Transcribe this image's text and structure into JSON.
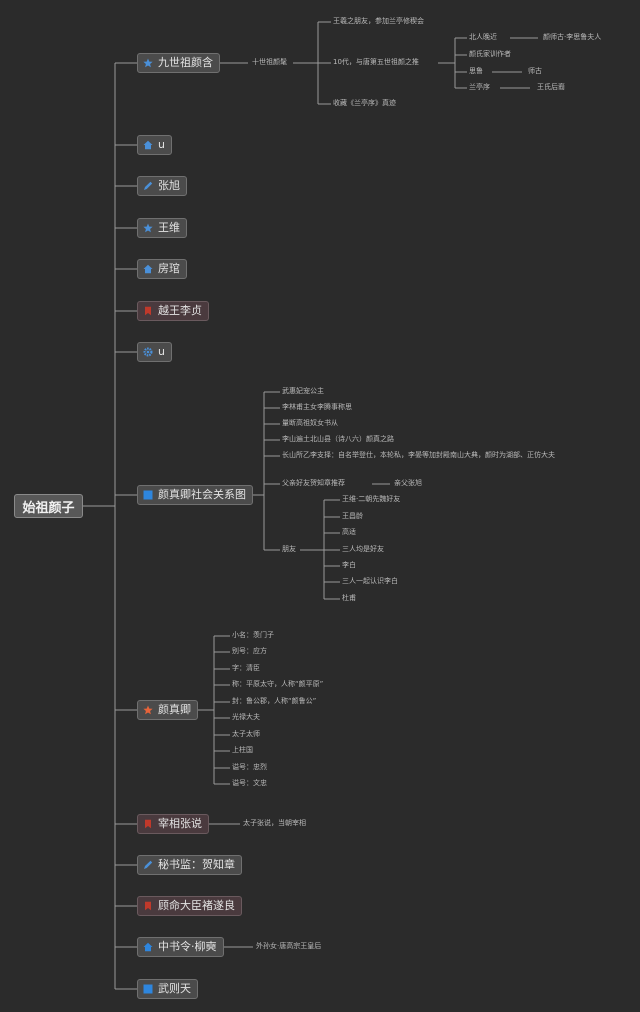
{
  "root": {
    "label": "始祖颜子"
  },
  "branches": [
    {
      "label": "九世祖颜含",
      "icon": "star-icon",
      "color": "#4a90d9"
    },
    {
      "label": "u",
      "icon": "house-icon",
      "color": "#4a90d9"
    },
    {
      "label": "张旭",
      "icon": "pen-icon",
      "color": "#4a90d9"
    },
    {
      "label": "王维",
      "icon": "star-icon",
      "color": "#4a90d9"
    },
    {
      "label": "房琯",
      "icon": "house-icon",
      "color": "#4a90d9"
    },
    {
      "label": "越王李贞",
      "icon": "bookmark-icon",
      "color": "#c0392b"
    },
    {
      "label": "u",
      "icon": "gear-icon",
      "color": "#4a90d9"
    },
    {
      "label": "颜真卿社会关系图",
      "icon": "square-icon",
      "color": "#2e86de"
    },
    {
      "label": "颜真卿",
      "icon": "star-icon",
      "color": "#e8643a"
    },
    {
      "label": "宰相张说",
      "icon": "bookmark-icon",
      "color": "#c0392b"
    },
    {
      "label": "秘书监：贺知章",
      "icon": "pen-icon",
      "color": "#4a90d9"
    },
    {
      "label": "顾命大臣褚遂良",
      "icon": "bookmark-icon",
      "color": "#c0392b"
    },
    {
      "label": "中书令·柳奭",
      "icon": "house-icon",
      "color": "#2e86de"
    },
    {
      "label": "武则天",
      "icon": "square-icon",
      "color": "#2e86de"
    }
  ],
  "yanhan": {
    "sub": "十世祖颜髦",
    "items": [
      "王羲之朋友，参加兰亭修稧会",
      "10代，与唐第五世祖颜之推",
      "收藏《兰亭序》真迹"
    ],
    "sub2": [
      {
        "label": "北人晚近",
        "child": "颜师古·李思鲁夫人"
      },
      {
        "label": "颜氏家训作者"
      },
      {
        "label": "思鲁",
        "child": "师古"
      },
      {
        "label": "兰亭序",
        "child": "王氏后裔"
      }
    ]
  },
  "social": {
    "items": [
      "武惠妃宠公主",
      "李林甫主女李腾事称思",
      "量断高祖奴女书从",
      "李山遍土北山县（诗八六）颜真之路",
      "长山所乙李支择：自名举登仕，本轮私，李晏等加封殿南山大典，颜时为湖部、正仿大夫",
      "父亲好友贺知章推荐"
    ],
    "father_child": "亲父张旭",
    "friends_label": "朋友",
    "friends": [
      "王维·二朝先魏好友",
      "王昌龄",
      "高适",
      "三人均是好友",
      "李白",
      "三人一起认识李白",
      "杜甫"
    ]
  },
  "yzq": {
    "items": [
      "小名：羡门子",
      "别号：应方",
      "字：清臣",
      "称：平原太守，人称“颜平原”",
      "封：鲁公郡，人称“颜鲁公”",
      "光禄大夫",
      "太子太师",
      "上柱国",
      "谥号：忠烈",
      "谥号：文忠"
    ]
  },
  "zhangyue": {
    "child": "太子张说，当朝宰相"
  },
  "liushi": {
    "child": "外孙女·唐高宗王皇后"
  }
}
